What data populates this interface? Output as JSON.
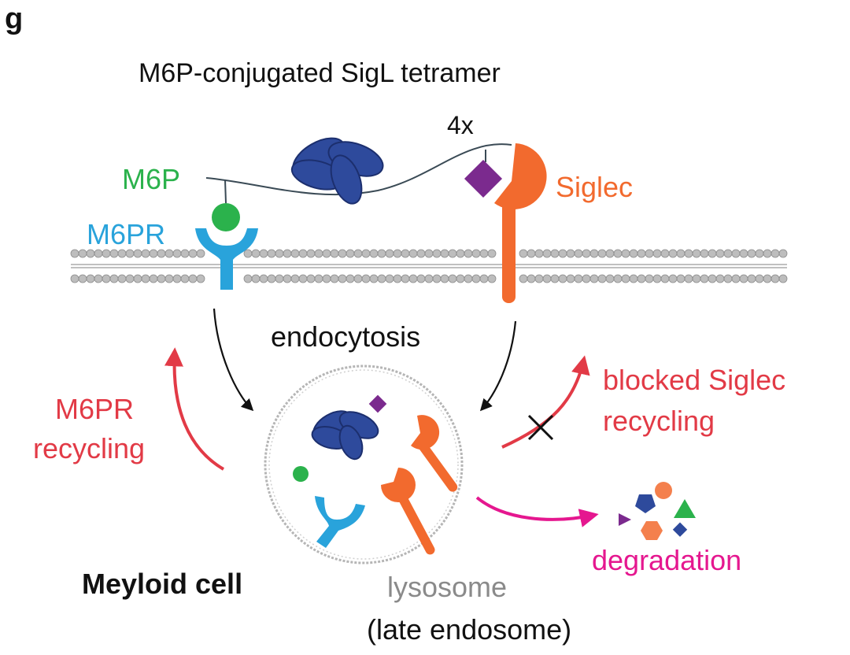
{
  "panel_letter": "g",
  "title": "M6P-conjugated SigL tetramer",
  "multiplier": "4x",
  "labels": {
    "m6p": "M6P",
    "m6pr": "M6PR",
    "siglec": "Siglec",
    "endocytosis": "endocytosis",
    "m6pr_recycling_line1": "M6PR",
    "m6pr_recycling_line2": "recycling",
    "blocked_line1": "blocked Siglec",
    "blocked_line2": "recycling",
    "degradation": "degradation",
    "cell": "Meyloid cell",
    "lysosome_line1": "lysosome",
    "lysosome_line2": "(late endosome)"
  },
  "colors": {
    "black": "#111111",
    "green": "#2bb24c",
    "blue": "#29a3db",
    "orange": "#f26a2e",
    "red": "#e23a46",
    "magenta": "#e5178f",
    "purple": "#7b2a8e",
    "navy": "#2e4a9c",
    "gray": "#8a8a8a"
  }
}
